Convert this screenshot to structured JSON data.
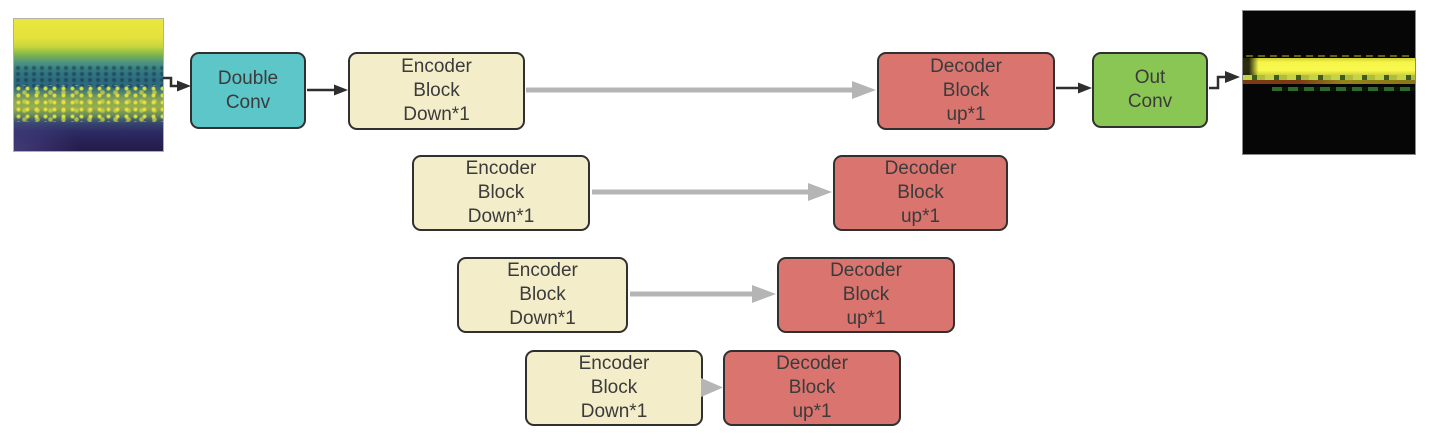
{
  "diagram": {
    "nodes": {
      "double_conv": {
        "lines": [
          "Double",
          "Conv"
        ]
      },
      "out_conv": {
        "lines": [
          "Out",
          "Conv"
        ]
      },
      "encoders": [
        {
          "lines": [
            "Encoder",
            "Block",
            "Down*1"
          ]
        },
        {
          "lines": [
            "Encoder",
            "Block",
            "Down*1"
          ]
        },
        {
          "lines": [
            "Encoder",
            "Block",
            "Down*1"
          ]
        },
        {
          "lines": [
            "Encoder",
            "Block",
            "Down*1"
          ]
        }
      ],
      "decoders": [
        {
          "lines": [
            "Decoder",
            "Block",
            "up*1"
          ]
        },
        {
          "lines": [
            "Decoder",
            "Block",
            "up*1"
          ]
        },
        {
          "lines": [
            "Decoder",
            "Block",
            "up*1"
          ]
        },
        {
          "lines": [
            "Decoder",
            "Block",
            "up*1"
          ]
        }
      ]
    },
    "images": {
      "input": {
        "icon": "input-spectrogram-image"
      },
      "output": {
        "icon": "output-prediction-image"
      }
    },
    "colors": {
      "double_conv_fill": "#5cc6c8",
      "encoder_fill": "#f3edca",
      "decoder_fill": "#d9746f",
      "out_conv_fill": "#89c653",
      "node_border": "#303030",
      "text": "#3b3b3b",
      "flow_arrow_black": "#2e2e2e",
      "skip_arrow_gray": "#b5b5b5",
      "background": "#ffffff"
    }
  }
}
